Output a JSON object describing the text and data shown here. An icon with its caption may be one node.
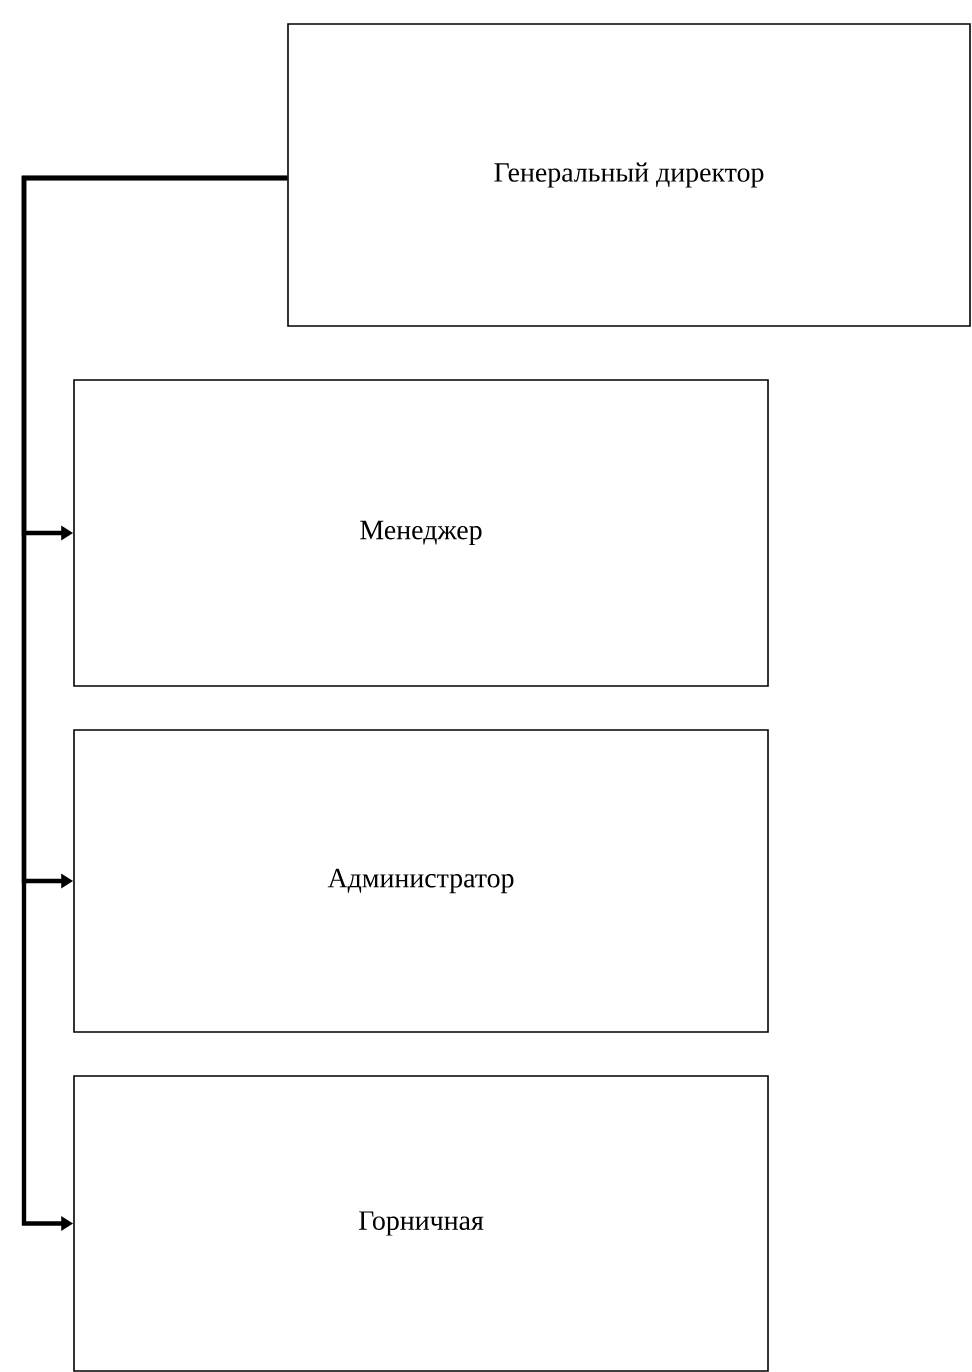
{
  "diagram": {
    "nodes": [
      {
        "text": [
          "Генеральный директор"
        ]
      },
      {
        "text": [
          "Менеджер"
        ]
      },
      {
        "text": [
          "Администратор"
        ]
      },
      {
        "text": [
          "Горничная"
        ]
      }
    ],
    "edges": [
      {
        "from": 0,
        "to": 1,
        "arrow": "to"
      },
      {
        "from": 0,
        "to": 2,
        "arrow": "to"
      },
      {
        "from": 0,
        "to": 3,
        "arrow": "to"
      }
    ]
  }
}
